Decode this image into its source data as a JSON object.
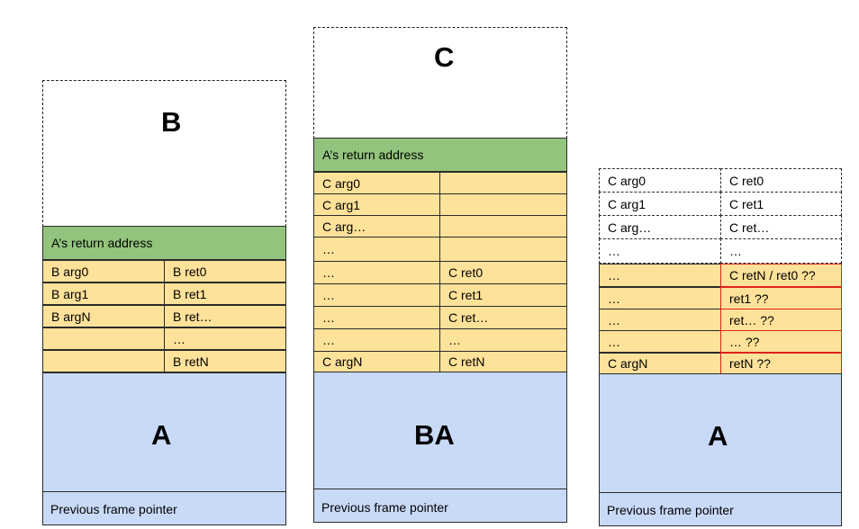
{
  "stack1": {
    "top_label": "B",
    "return_address": "A’s return address",
    "rows": [
      [
        "B arg0",
        "B ret0"
      ],
      [
        "B arg1",
        "B ret1"
      ],
      [
        "B argN",
        "B ret…"
      ],
      [
        "",
        "…"
      ],
      [
        "",
        "B retN"
      ]
    ],
    "frame_label": "A",
    "prev_frame": "Previous frame pointer"
  },
  "stack2": {
    "top_label": "C",
    "return_address": "A’s return address",
    "rows": [
      [
        "C arg0",
        ""
      ],
      [
        "C arg1",
        ""
      ],
      [
        "C arg…",
        ""
      ],
      [
        "…",
        ""
      ],
      [
        "…",
        "C ret0"
      ],
      [
        "…",
        "C ret1"
      ],
      [
        "…",
        "C ret…"
      ],
      [
        "…",
        "…"
      ],
      [
        "C argN",
        "C retN"
      ]
    ],
    "frame_label": "BA",
    "prev_frame": "Previous frame pointer"
  },
  "stack3": {
    "dashed_rows": [
      [
        "C arg0",
        "C ret0"
      ],
      [
        "C arg1",
        "C ret1"
      ],
      [
        "C arg…",
        "C ret…"
      ],
      [
        "…",
        "…"
      ]
    ],
    "rows": [
      [
        "…",
        "C retN / ret0 ??"
      ],
      [
        "…",
        "ret1 ??"
      ],
      [
        "…",
        "ret… ??"
      ],
      [
        "…",
        "… ??"
      ],
      [
        "C argN",
        "retN ??"
      ]
    ],
    "frame_label": "A",
    "prev_frame": "Previous frame pointer"
  },
  "colors": {
    "return_address": "#93c47d",
    "args_rets": "#ffe29a",
    "frame": "#c9daf8",
    "conflict_border": "#e0211b"
  }
}
